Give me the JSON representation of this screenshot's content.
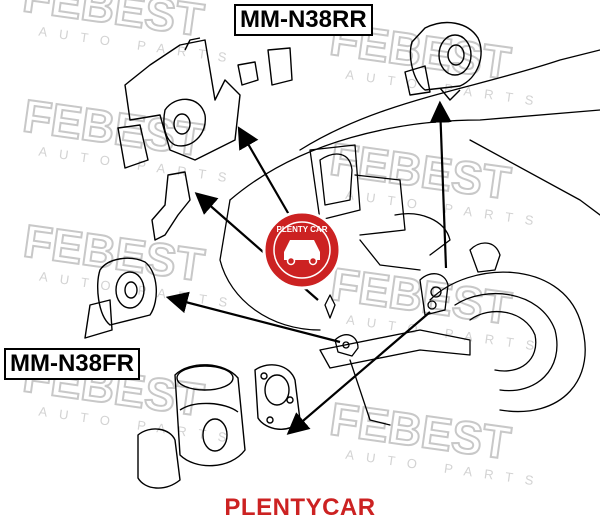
{
  "labels": {
    "rear_mount": "MM-N38RR",
    "front_mount": "MM-N38FR"
  },
  "watermark": {
    "brand": "FEBEST",
    "tagline": "AUTO PARTS",
    "badge_text": "PLENTY CAR"
  },
  "footer": "PLENTYCAR",
  "colors": {
    "line": "#000000",
    "watermark": "#d3d3d3",
    "badge": "#cc2222",
    "footer": "#cc2222"
  }
}
